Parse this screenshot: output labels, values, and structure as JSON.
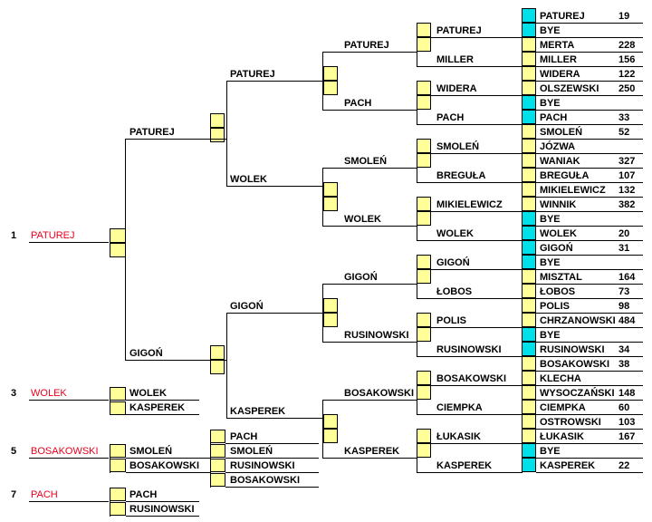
{
  "colors": {
    "yellow": "#ffff99",
    "cyan": "#00e0e8",
    "red": "#e8001c",
    "line": "#000000"
  },
  "r1": [
    {
      "name": "PATUREJ",
      "cyan": true,
      "score": "19"
    },
    {
      "name": "BYE",
      "cyan": true,
      "score": ""
    },
    {
      "name": "MERTA",
      "cyan": false,
      "score": "228"
    },
    {
      "name": "MILLER",
      "cyan": false,
      "score": "156"
    },
    {
      "name": "WIDERA",
      "cyan": false,
      "score": "122"
    },
    {
      "name": "OLSZEWSKI",
      "cyan": false,
      "score": "250"
    },
    {
      "name": "BYE",
      "cyan": true,
      "score": ""
    },
    {
      "name": "PACH",
      "cyan": true,
      "score": "33"
    },
    {
      "name": "SMOLEŃ",
      "cyan": false,
      "score": "52"
    },
    {
      "name": "JÓZWA",
      "cyan": false,
      "score": ""
    },
    {
      "name": "WANIAK",
      "cyan": false,
      "score": "327"
    },
    {
      "name": "BREGUŁA",
      "cyan": false,
      "score": "107"
    },
    {
      "name": "MIKIELEWICZ",
      "cyan": false,
      "score": "132"
    },
    {
      "name": "WINNIK",
      "cyan": false,
      "score": "382"
    },
    {
      "name": "BYE",
      "cyan": true,
      "score": ""
    },
    {
      "name": "WOLEK",
      "cyan": true,
      "score": "20"
    },
    {
      "name": "GIGOŃ",
      "cyan": true,
      "score": "31"
    },
    {
      "name": "BYE",
      "cyan": true,
      "score": ""
    },
    {
      "name": "MISZTAL",
      "cyan": false,
      "score": "164"
    },
    {
      "name": "ŁOBOS",
      "cyan": false,
      "score": "73"
    },
    {
      "name": "POLIS",
      "cyan": false,
      "score": "98"
    },
    {
      "name": "CHRZANOWSKI",
      "cyan": false,
      "score": "484"
    },
    {
      "name": "BYE",
      "cyan": true,
      "score": ""
    },
    {
      "name": "RUSINOWSKI",
      "cyan": true,
      "score": "34"
    },
    {
      "name": "BOSAKOWSKI",
      "cyan": false,
      "score": "38"
    },
    {
      "name": "KLECHA",
      "cyan": false,
      "score": ""
    },
    {
      "name": "WYSOCZAŃSKI",
      "cyan": false,
      "score": "148"
    },
    {
      "name": "CIEMPKA",
      "cyan": false,
      "score": "60"
    },
    {
      "name": "OSTROWSKI",
      "cyan": false,
      "score": "103"
    },
    {
      "name": "ŁUKASIK",
      "cyan": false,
      "score": "167"
    },
    {
      "name": "BYE",
      "cyan": true,
      "score": ""
    },
    {
      "name": "KASPEREK",
      "cyan": true,
      "score": "22"
    }
  ],
  "r2": [
    "PATUREJ",
    "MILLER",
    "WIDERA",
    "PACH",
    "SMOLEŃ",
    "BREGUŁA",
    "MIKIELEWICZ",
    "WOLEK",
    "GIGOŃ",
    "ŁOBOS",
    "POLIS",
    "RUSINOWSKI",
    "BOSAKOWSKI",
    "CIEMPKA",
    "ŁUKASIK",
    "KASPEREK"
  ],
  "r3": [
    "PATUREJ",
    "PACH",
    "SMOLEŃ",
    "WOLEK",
    "GIGOŃ",
    "RUSINOWSKI",
    "BOSAKOWSKI",
    "KASPEREK"
  ],
  "r4": [
    "PATUREJ",
    "WOLEK",
    "GIGOŃ",
    "KASPEREK"
  ],
  "r5": [
    "PATUREJ",
    "GIGOŃ"
  ],
  "places": [
    {
      "rank": "1",
      "name": "PATUREJ"
    },
    {
      "rank": "3",
      "name": "WOLEK"
    },
    {
      "rank": "5",
      "name": "BOSAKOWSKI"
    },
    {
      "rank": "7",
      "name": "PACH"
    }
  ],
  "third_match": [
    "WOLEK",
    "KASPEREK"
  ],
  "fifth_semis": [
    "PACH",
    "SMOLEŃ",
    "RUSINOWSKI",
    "BOSAKOWSKI"
  ],
  "fifth_final": [
    "SMOLEŃ",
    "BOSAKOWSKI"
  ],
  "seventh_match": [
    "PACH",
    "RUSINOWSKI"
  ]
}
